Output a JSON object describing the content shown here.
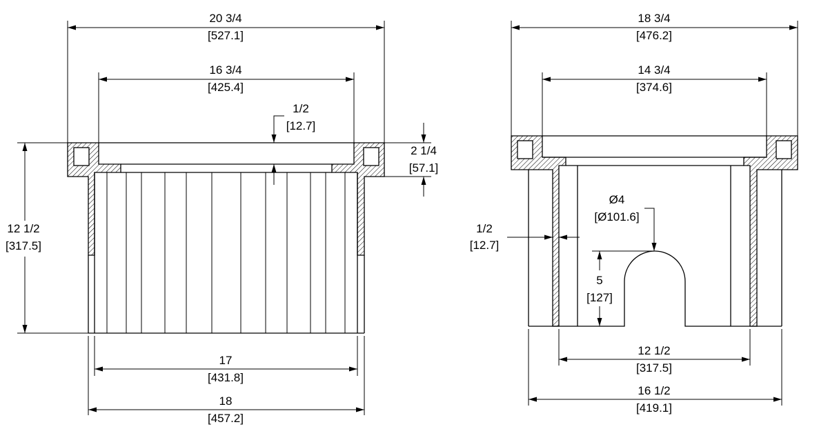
{
  "left_view": {
    "overall_width": {
      "imperial": "20 3/4",
      "metric": "[527.1]"
    },
    "inner_width": {
      "imperial": "16 3/4",
      "metric": "[425.4]"
    },
    "grate_thickness": {
      "imperial": "1/2",
      "metric": "[12.7]"
    },
    "flange_height": {
      "imperial": "2 1/4",
      "metric": "[57.1]"
    },
    "overall_height": {
      "imperial": "12 1/2",
      "metric": "[317.5]"
    },
    "body_inner_width": {
      "imperial": "17",
      "metric": "[431.8]"
    },
    "body_outer_width": {
      "imperial": "18",
      "metric": "[457.2]"
    }
  },
  "right_view": {
    "overall_width": {
      "imperial": "18 3/4",
      "metric": "[476.2]"
    },
    "inner_width": {
      "imperial": "14 3/4",
      "metric": "[374.6]"
    },
    "wall_thickness": {
      "imperial": "1/2",
      "metric": "[12.7]"
    },
    "pipe_diameter": {
      "imperial": "Ø4",
      "metric": "[Ø101.6]"
    },
    "pipe_height": {
      "imperial": "5",
      "metric": "[127]"
    },
    "body_inner_width": {
      "imperial": "12 1/2",
      "metric": "[317.5]"
    },
    "body_outer_width": {
      "imperial": "16 1/2",
      "metric": "[419.1]"
    }
  }
}
